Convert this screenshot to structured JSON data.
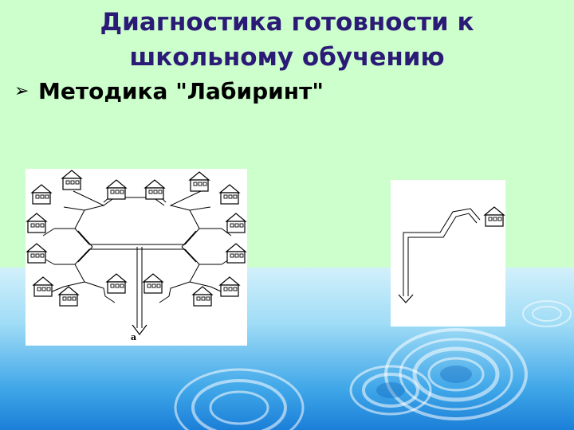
{
  "slide": {
    "title_line1": "Диагностика готовности к",
    "title_line2": "школьному обучению",
    "bullet_symbol": "➢",
    "bullet_text": "Методика \"Лабиринт\"",
    "figure_a_label": "а"
  },
  "colors": {
    "background_top": "#ccffcc",
    "title": "#2b1a76",
    "water_light": "#9fdcf6",
    "water_dark": "#1b7fd8"
  },
  "icons": [
    "bullet-arrow-icon",
    "house-icon",
    "arrow-down-icon"
  ]
}
